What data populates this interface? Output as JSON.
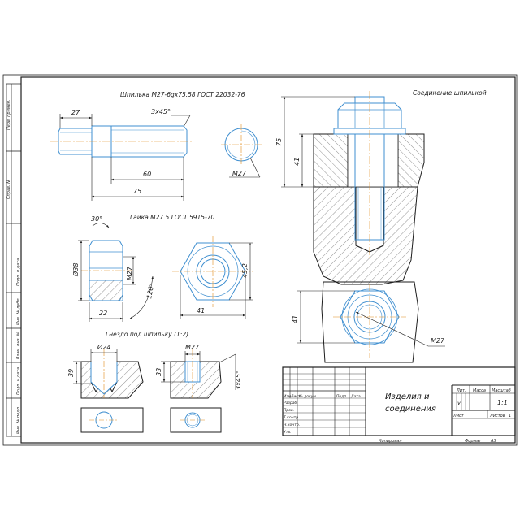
{
  "colors": {
    "line": "#1e1e1e",
    "part": "#3f8fd0",
    "axis": "#e08a1a",
    "hatch": "#4a4a4a",
    "paper": "#ffffff"
  },
  "views": {
    "stud": {
      "title": "Шпилька М27-6gх75.58 ГОСТ 22032-76",
      "dim_27": "27",
      "dim_chamfer": "3х45°",
      "dim_60": "60",
      "dim_75": "75",
      "end_label": "М27"
    },
    "nut": {
      "title": "Гайка М27.5 ГОСТ 5915-70",
      "dim_30": "30°",
      "dim_d38": "Ø38",
      "dim_m27": "М27",
      "dim_120": "120°",
      "dim_22": "22",
      "dim_41": "41",
      "dim_452": "45,2"
    },
    "socket": {
      "title": "Гнездо под шпильку (1:2)",
      "dim_d24": "Ø24",
      "dim_39": "39",
      "dim_m27": "М27",
      "dim_33": "33",
      "dim_chamfer": "3х45°"
    },
    "joint": {
      "title": "Соединение шпилькой",
      "dim_75": "75",
      "dim_41": "41",
      "dim_41_plan": "41",
      "dim_m27": "М27"
    }
  },
  "title_block": {
    "name_line1": "Изделия и",
    "name_line2": "соединения",
    "hdr_izm": "Изм",
    "hdr_list": "Лист",
    "hdr_ndoc": "№ докум.",
    "hdr_podp": "Подп.",
    "hdr_data": "Дата",
    "r_razrab": "Разраб.",
    "r_prov": "Пров.",
    "r_tkontr": "Т.контр.",
    "r_nkontr": "Н.контр.",
    "r_utv": "Утв.",
    "lit": "Лит.",
    "massa": "Масса",
    "masshtab": "Масштаб",
    "lit_val": "У",
    "scale_val": "1:1",
    "sheet_label": "Лист",
    "sheets_label": "Листов",
    "sheets_val": "1",
    "copied": "Копировал",
    "format": "Формат",
    "format_val": "А3"
  },
  "side_strip": {
    "a": "Перв. примен.",
    "b": "Справ. №",
    "c": "Подп. и дата",
    "d": "Инв. № дубл.",
    "e": "Взам. инв. №",
    "f": "Подп. и дата",
    "g": "Инв. № подл."
  }
}
